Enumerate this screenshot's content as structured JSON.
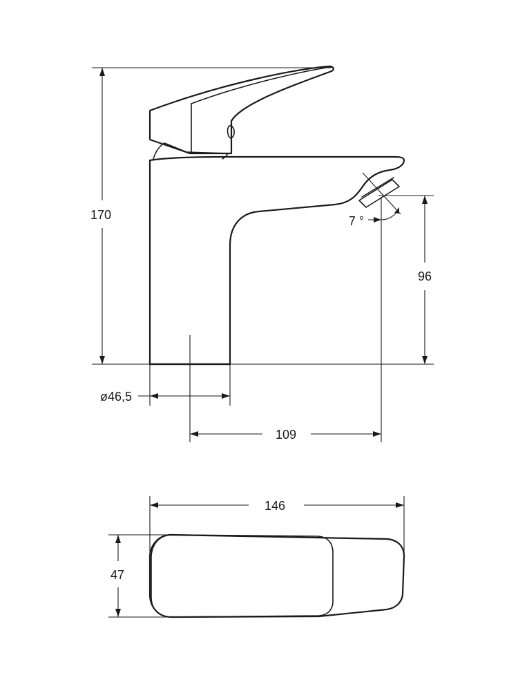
{
  "drawing": {
    "side_view": {
      "height_total": "170",
      "spout_height": "96",
      "spout_angle": "7 °",
      "base_diameter": "ø46,5",
      "spout_reach": "109"
    },
    "top_view": {
      "length": "146",
      "width": "47"
    }
  }
}
